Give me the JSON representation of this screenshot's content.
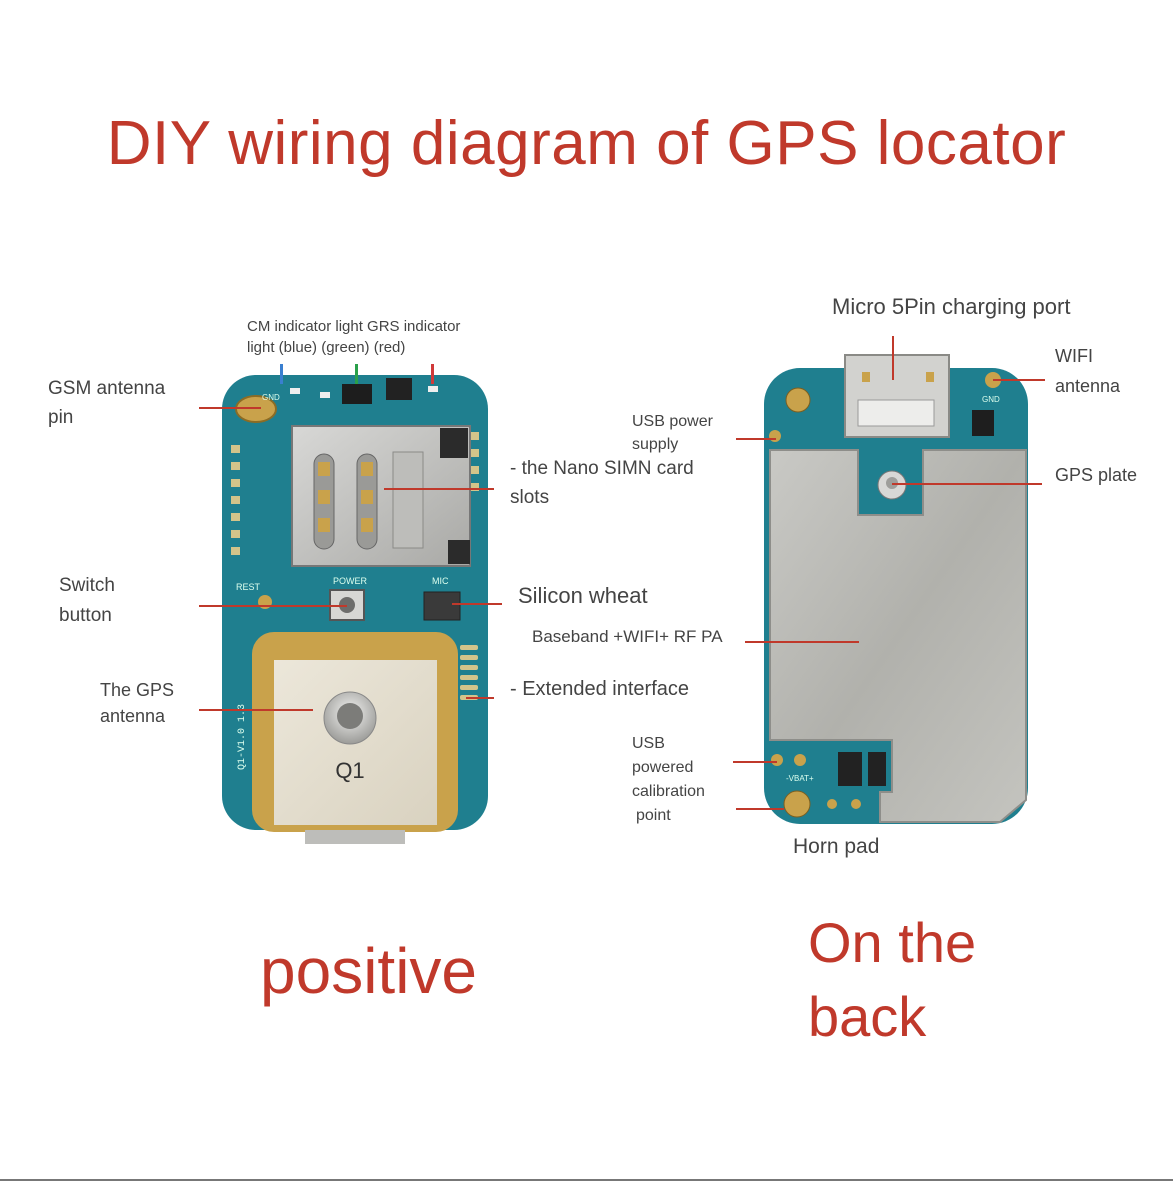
{
  "title": "DIY wiring diagram of GPS locator",
  "front": {
    "caption": "positive",
    "indicator_line1": "CM indicator light GRS indicator",
    "indicator_line2": "light (blue) (green) (red)",
    "gsm_line1": "GSM antenna",
    "gsm_line2": "pin",
    "switch_line1": "Switch",
    "switch_line2": "button",
    "gps_line1": "The GPS",
    "gps_line2": "antenna",
    "sim_line1": "- the Nano SIMN card",
    "sim_line2": "slots",
    "silicon": "Silicon wheat",
    "extended": "- Extended interface",
    "board_marks": {
      "q1": "Q1",
      "gnd": "GND",
      "power": "POWER",
      "mic": "MIC",
      "rest": "REST",
      "version": "Q1-V1.0 1.3"
    }
  },
  "back": {
    "caption_line1": "On the",
    "caption_line2": "back",
    "micro_port": "Micro 5Pin charging port",
    "wifi_line1": "WIFI",
    "wifi_line2": "antenna",
    "usb_supply_line1": "USB power",
    "usb_supply_line2": "supply",
    "gps_plate": "GPS plate",
    "baseband": "Baseband +WIFI+ RF PA",
    "usb_cal_line1": "USB",
    "usb_cal_line2": "powered",
    "usb_cal_line3": "calibration",
    "usb_cal_line4": "point",
    "horn": "Horn pad",
    "board_marks": {
      "vbat": "-VBAT+",
      "gnd": "GND"
    }
  },
  "colors": {
    "accent_red": "#c0392b",
    "pcb_teal": "#1f7f8f",
    "pcb_dark": "#13606e",
    "shield_metal": "#b7b7b3",
    "gold_pad": "#c9a24b",
    "antenna_ceramic": "#e2dccd",
    "indicator_blue": "#3a7fd0",
    "indicator_green": "#2aa04a",
    "indicator_red": "#d03a3a"
  }
}
